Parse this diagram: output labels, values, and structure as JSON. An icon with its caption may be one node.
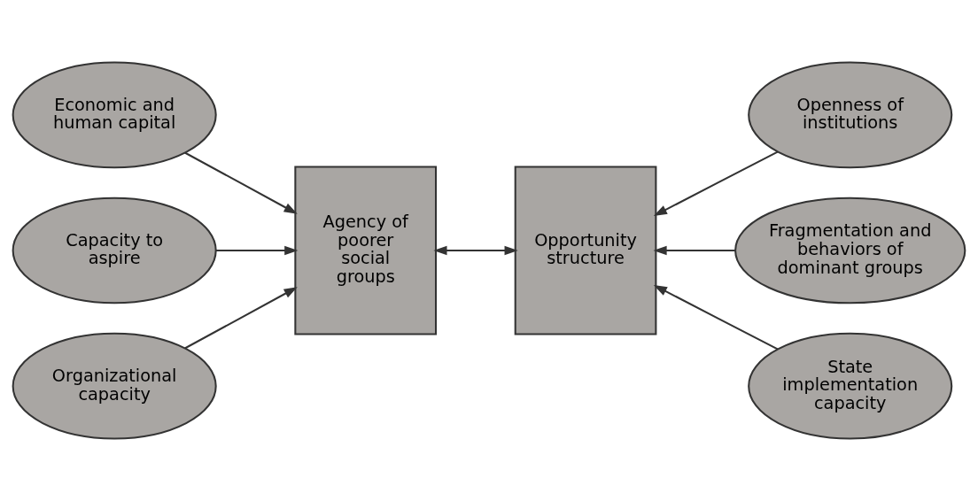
{
  "diagram": {
    "nodes": [
      {
        "text": [
          "Economic and human capital"
        ]
      },
      {
        "text": [
          "Capacity to aspire"
        ]
      },
      {
        "text": [
          "Organizational capacity"
        ]
      },
      {
        "text": [
          "Agency of poorer social groups"
        ]
      },
      {
        "text": [
          "Opportunity structure"
        ]
      },
      {
        "text": [
          "Openness of institutions"
        ]
      },
      {
        "text": [
          "Fragmentation and behaviors of dominant groups"
        ]
      },
      {
        "text": [
          "State implementation capacity"
        ]
      }
    ],
    "edges": [
      {
        "from": 0,
        "to": 3,
        "arrow": "to"
      },
      {
        "from": 1,
        "to": 3,
        "arrow": "to"
      },
      {
        "from": 2,
        "to": 3,
        "arrow": "to"
      },
      {
        "from": 3,
        "to": 4,
        "arrow": "both"
      },
      {
        "from": 5,
        "to": 4,
        "arrow": "to"
      },
      {
        "from": 6,
        "to": 4,
        "arrow": "to"
      },
      {
        "from": 7,
        "to": 4,
        "arrow": "to"
      }
    ]
  }
}
